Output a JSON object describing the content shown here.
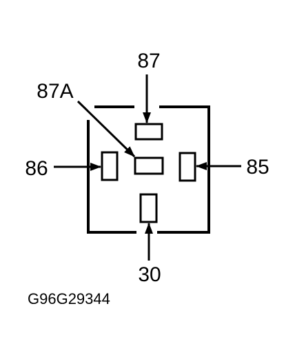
{
  "labels": {
    "pin_87": "87",
    "pin_87a": "87A",
    "pin_86": "86",
    "pin_85": "85",
    "pin_30": "30",
    "figure_ref": "G96G29344"
  },
  "colors": {
    "ink": "#000000",
    "background": "#ffffff"
  }
}
